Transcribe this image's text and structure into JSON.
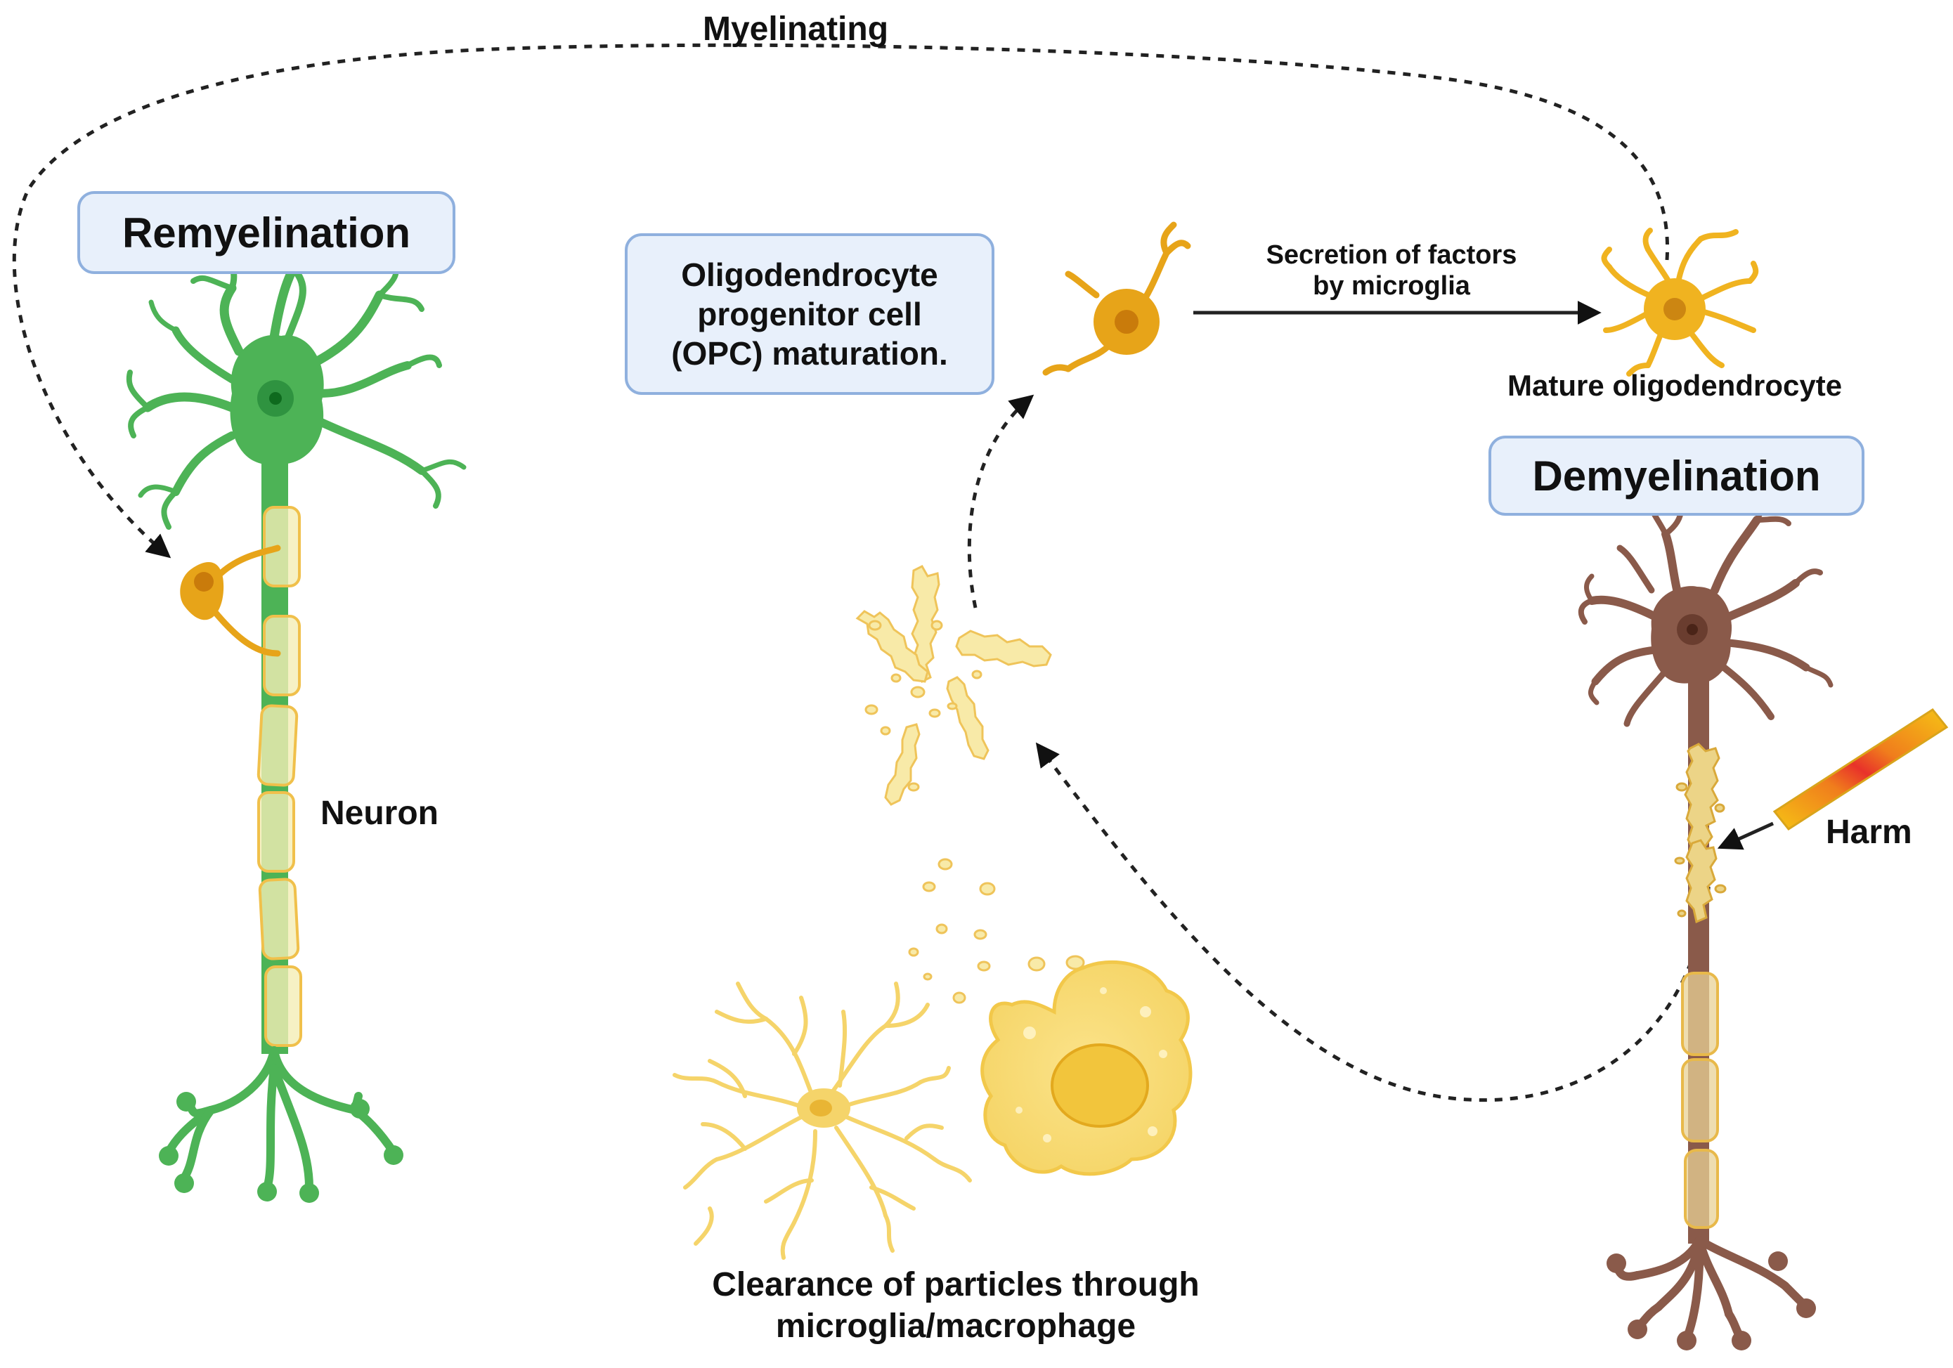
{
  "labels": {
    "myelinating": "Myelinating",
    "remyelination": "Remyelination",
    "opc_line1": "Oligodendrocyte",
    "opc_line2": "progenitor cell",
    "opc_line3": "(OPC) maturation.",
    "secretion_line1": "Secretion of factors",
    "secretion_line2": "by microglia",
    "mature_oligodendrocyte": "Mature oligodendrocyte",
    "demyelination": "Demyelination",
    "neuron": "Neuron",
    "harm": "Harm",
    "clearance_line1": "Clearance of particles through",
    "clearance_line2": "microglia/macrophage"
  },
  "icons": [
    "healthy-neuron-icon",
    "oligodendrocyte-icon",
    "opc-cell-icon",
    "mature-oligodendrocyte-icon",
    "damaged-neuron-icon",
    "harm-rod-icon",
    "myelin-debris-icon",
    "microglia-icon",
    "macrophage-icon"
  ],
  "colors": {
    "healthy_neuron": "#4db356",
    "damaged_neuron": "#8a5a4a",
    "oligodendrocyte": "#e7a419",
    "myelin_fill": "#f5e7a6",
    "box_fill": "#e8f0fb",
    "box_border": "#8fb0de",
    "arrow": "#111111"
  }
}
